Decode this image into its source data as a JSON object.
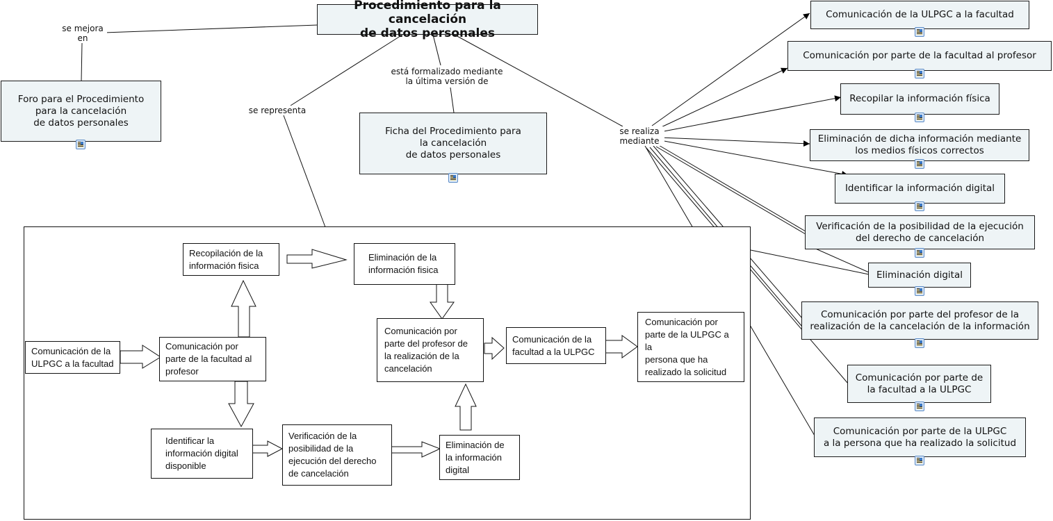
{
  "map": {
    "root": "Procedimiento para la cancelación\nde datos personales",
    "forum": "Foro para el Procedimiento\npara la cancelación\nde datos personales",
    "sheet": "Ficha del Procedimiento para\nla cancelación\nde datos personales",
    "links": {
      "improved_in": "se mejora\nen",
      "represented": "se representa",
      "formalized": "está formalizado mediante\nla última versión de",
      "performed_by": "se realiza\nmediante"
    },
    "steps": [
      "Comunicación de la ULPGC a la facultad",
      "Comunicación por parte de la facultad al profesor",
      "Recopilar la información física",
      "Eliminación de dicha información mediante\nlos medios físicos correctos",
      "Identificar la información digital",
      "Verificación de la posibilidad de la ejecución\ndel derecho de cancelación",
      "Eliminación digital",
      "Comunicación por parte del profesor de la\nrealización de la cancelación de la información",
      "Comunicación por parte de\nla facultad a la ULPGC",
      "Comunicación por parte de la ULPGC\na la persona que ha realizado la solicitud"
    ],
    "resource_icon": "document-resource-icon"
  },
  "flowchart": {
    "boxes": {
      "ulpgc_to_faculty": "Comunicación de la\nULPGC a la facultad",
      "faculty_to_professor": "Comunicación por\nparte de la facultad al\nprofesor",
      "collect_physical": "Recopilación de la\ninformación fisica",
      "delete_physical": "Eliminación de la\ninformación fisica",
      "identify_digital": "Identificar la\ninformación digital\ndisponible",
      "verify_right": "Verificación de la\nposibilidad de la\nejecución del derecho\nde cancelación",
      "delete_digital": "Eliminación de\nla información\ndigital",
      "professor_report": "Comunicación por\nparte del profesor de\nla realización de la\ncancelación",
      "faculty_to_ulpgc": "Comunicación de la\nfacultad a la ULPGC",
      "ulpgc_to_requester": "Comunicación por\nparte de la ULPGC a la\npersona que ha\nrealizado la solicitud"
    }
  },
  "colors": {
    "node_fill": "#eef4f6",
    "border": "#1a1a1a",
    "icon_accent": "#5b8bc7"
  }
}
